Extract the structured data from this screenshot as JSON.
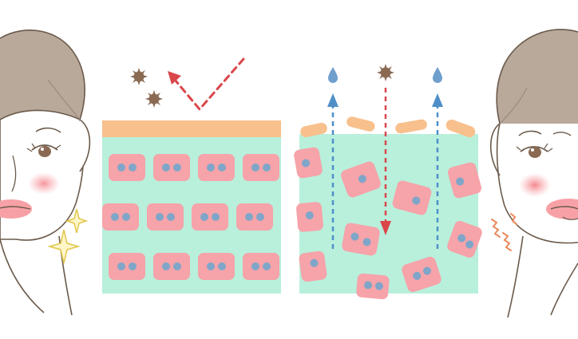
{
  "illustration": {
    "left_face": {
      "state": "healthy",
      "icon": "sparkle-icon"
    },
    "right_face": {
      "state": "irritated",
      "icon": "irritation-lines-icon"
    },
    "left_panel": {
      "barrier": "intact",
      "blocked_particles": 2,
      "cell_rows": [
        4,
        4,
        4
      ],
      "arrow": "deflected-red-dashed"
    },
    "right_panel": {
      "barrier": "broken",
      "water_drops": 2,
      "entering_particles": 1,
      "arrows": [
        "blue-dashed-up",
        "red-dashed-down",
        "blue-dashed-up"
      ]
    },
    "colors": {
      "skin_gel": "#b8f0dc",
      "barrier": "#f8c08c",
      "cell": "#f6a3a9",
      "nucleus": "#7fa6c9",
      "water": "#6f9fcc",
      "particle": "#8a6a53",
      "red_arrow": "#d9474b",
      "blue_arrow": "#4f8fc7",
      "hair": "#b8a99a",
      "line": "#6b5a4b",
      "blush": "#f7a1a6",
      "sparkle": "#e9d36c"
    }
  }
}
